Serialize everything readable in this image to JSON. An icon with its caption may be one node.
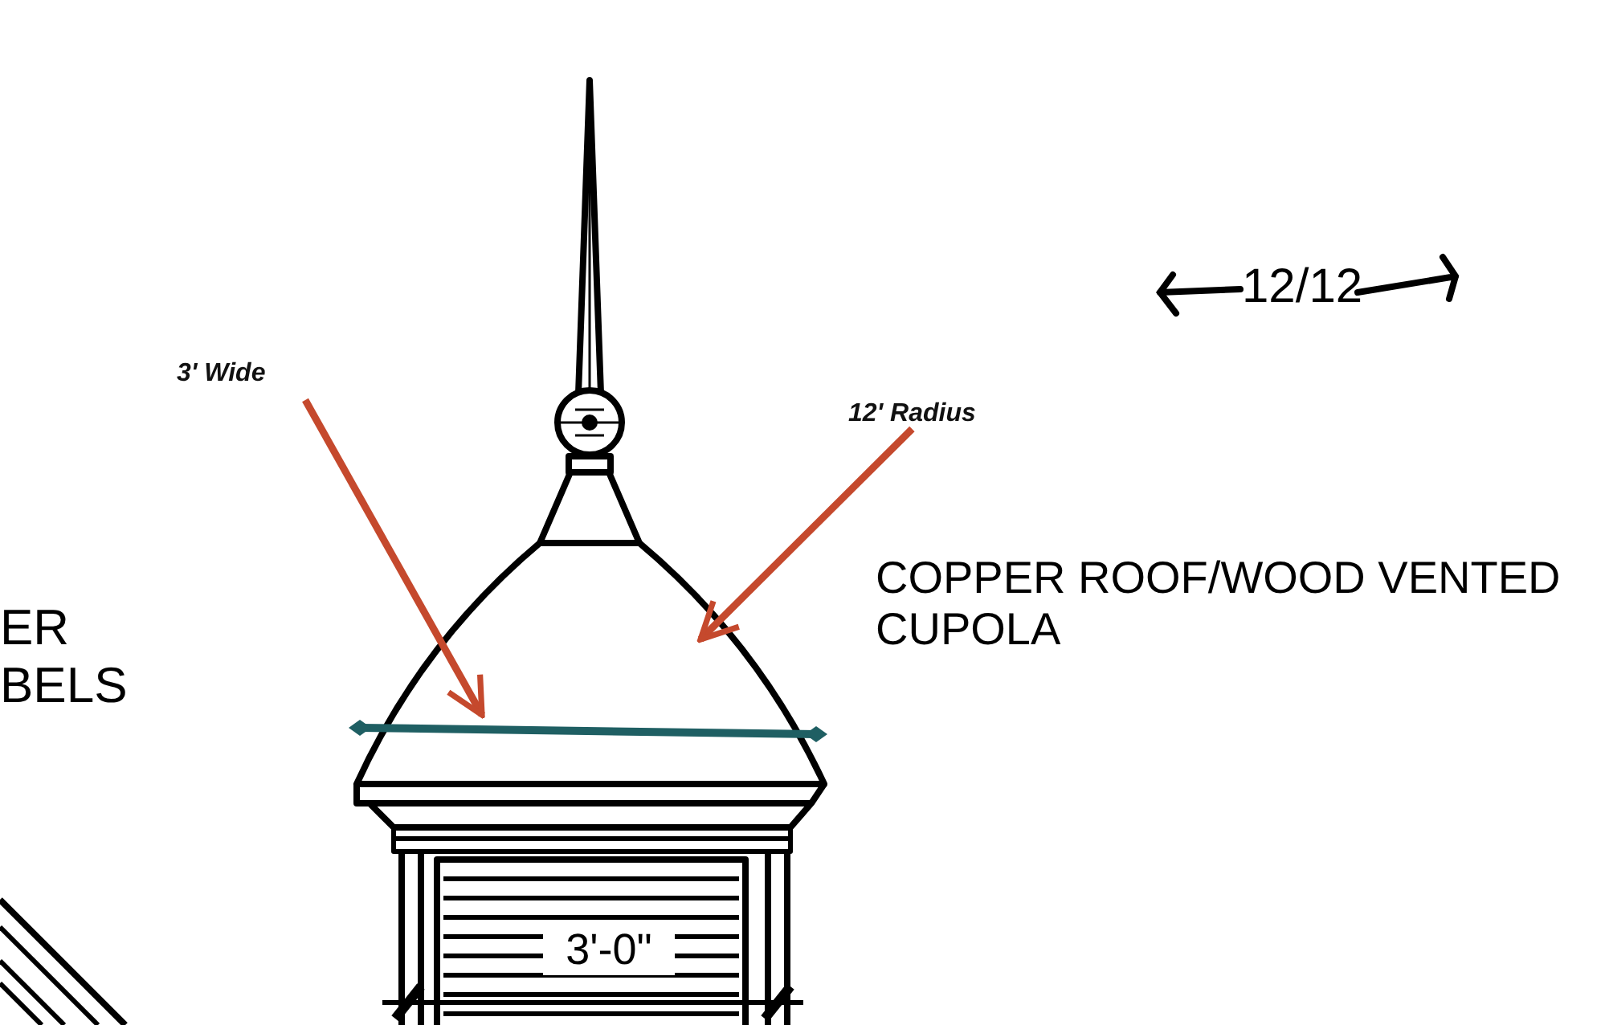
{
  "diagram": {
    "nodes": [
      {
        "text": [
          "3' Wide"
        ]
      },
      {
        "text": [],
        "shape": "bar"
      },
      {
        "text": [
          "12' Radius"
        ]
      }
    ],
    "edges": [
      {
        "from": 0,
        "to": 1,
        "arrow": "to"
      },
      {
        "from": 2,
        "to": null,
        "arrow": "to"
      }
    ],
    "labels": [
      "ER BELS",
      "12/12",
      "COPPER ROOF/WOOD VENTED CUPOLA",
      "3'-0\""
    ]
  }
}
